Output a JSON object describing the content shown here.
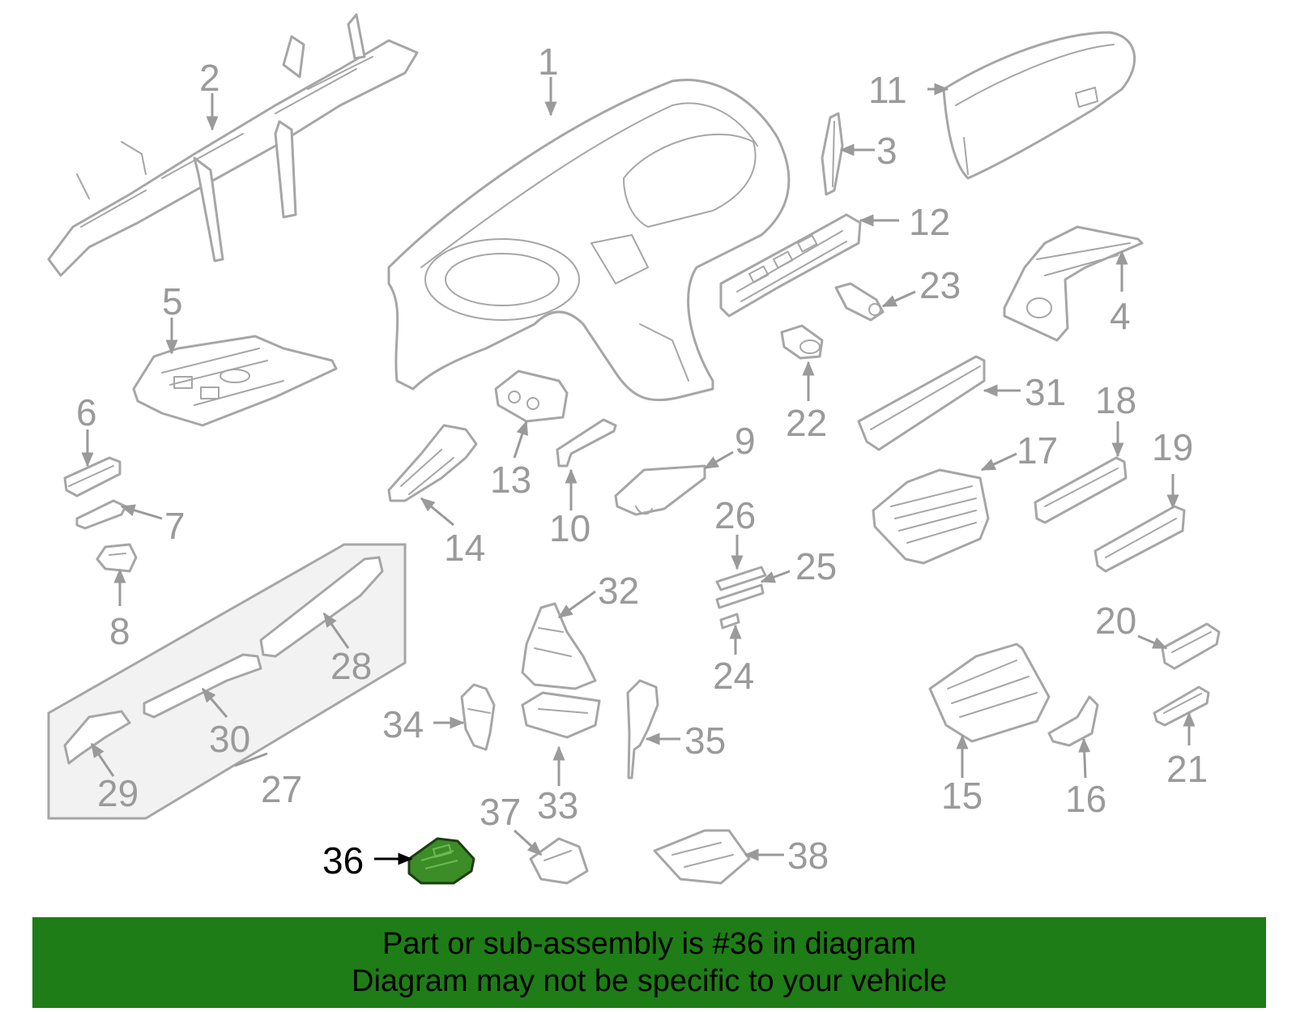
{
  "highlight_color": "#1e7d16",
  "highlighted_callout": "36",
  "callouts": {
    "c1": "1",
    "c2": "2",
    "c3": "3",
    "c4": "4",
    "c5": "5",
    "c6": "6",
    "c7": "7",
    "c8": "8",
    "c9": "9",
    "c10": "10",
    "c11": "11",
    "c12": "12",
    "c13": "13",
    "c14": "14",
    "c15": "15",
    "c16": "16",
    "c17": "17",
    "c18": "18",
    "c19": "19",
    "c20": "20",
    "c21": "21",
    "c22": "22",
    "c23": "23",
    "c24": "24",
    "c25": "25",
    "c26": "26",
    "c27": "27",
    "c28": "28",
    "c29": "29",
    "c30": "30",
    "c31": "31",
    "c32": "32",
    "c33": "33",
    "c34": "34",
    "c35": "35",
    "c36": "36",
    "c37": "37",
    "c38": "38"
  },
  "banner": {
    "line1": "Part or sub-assembly is #36 in diagram",
    "line2": "Diagram may not be specific to your vehicle"
  }
}
